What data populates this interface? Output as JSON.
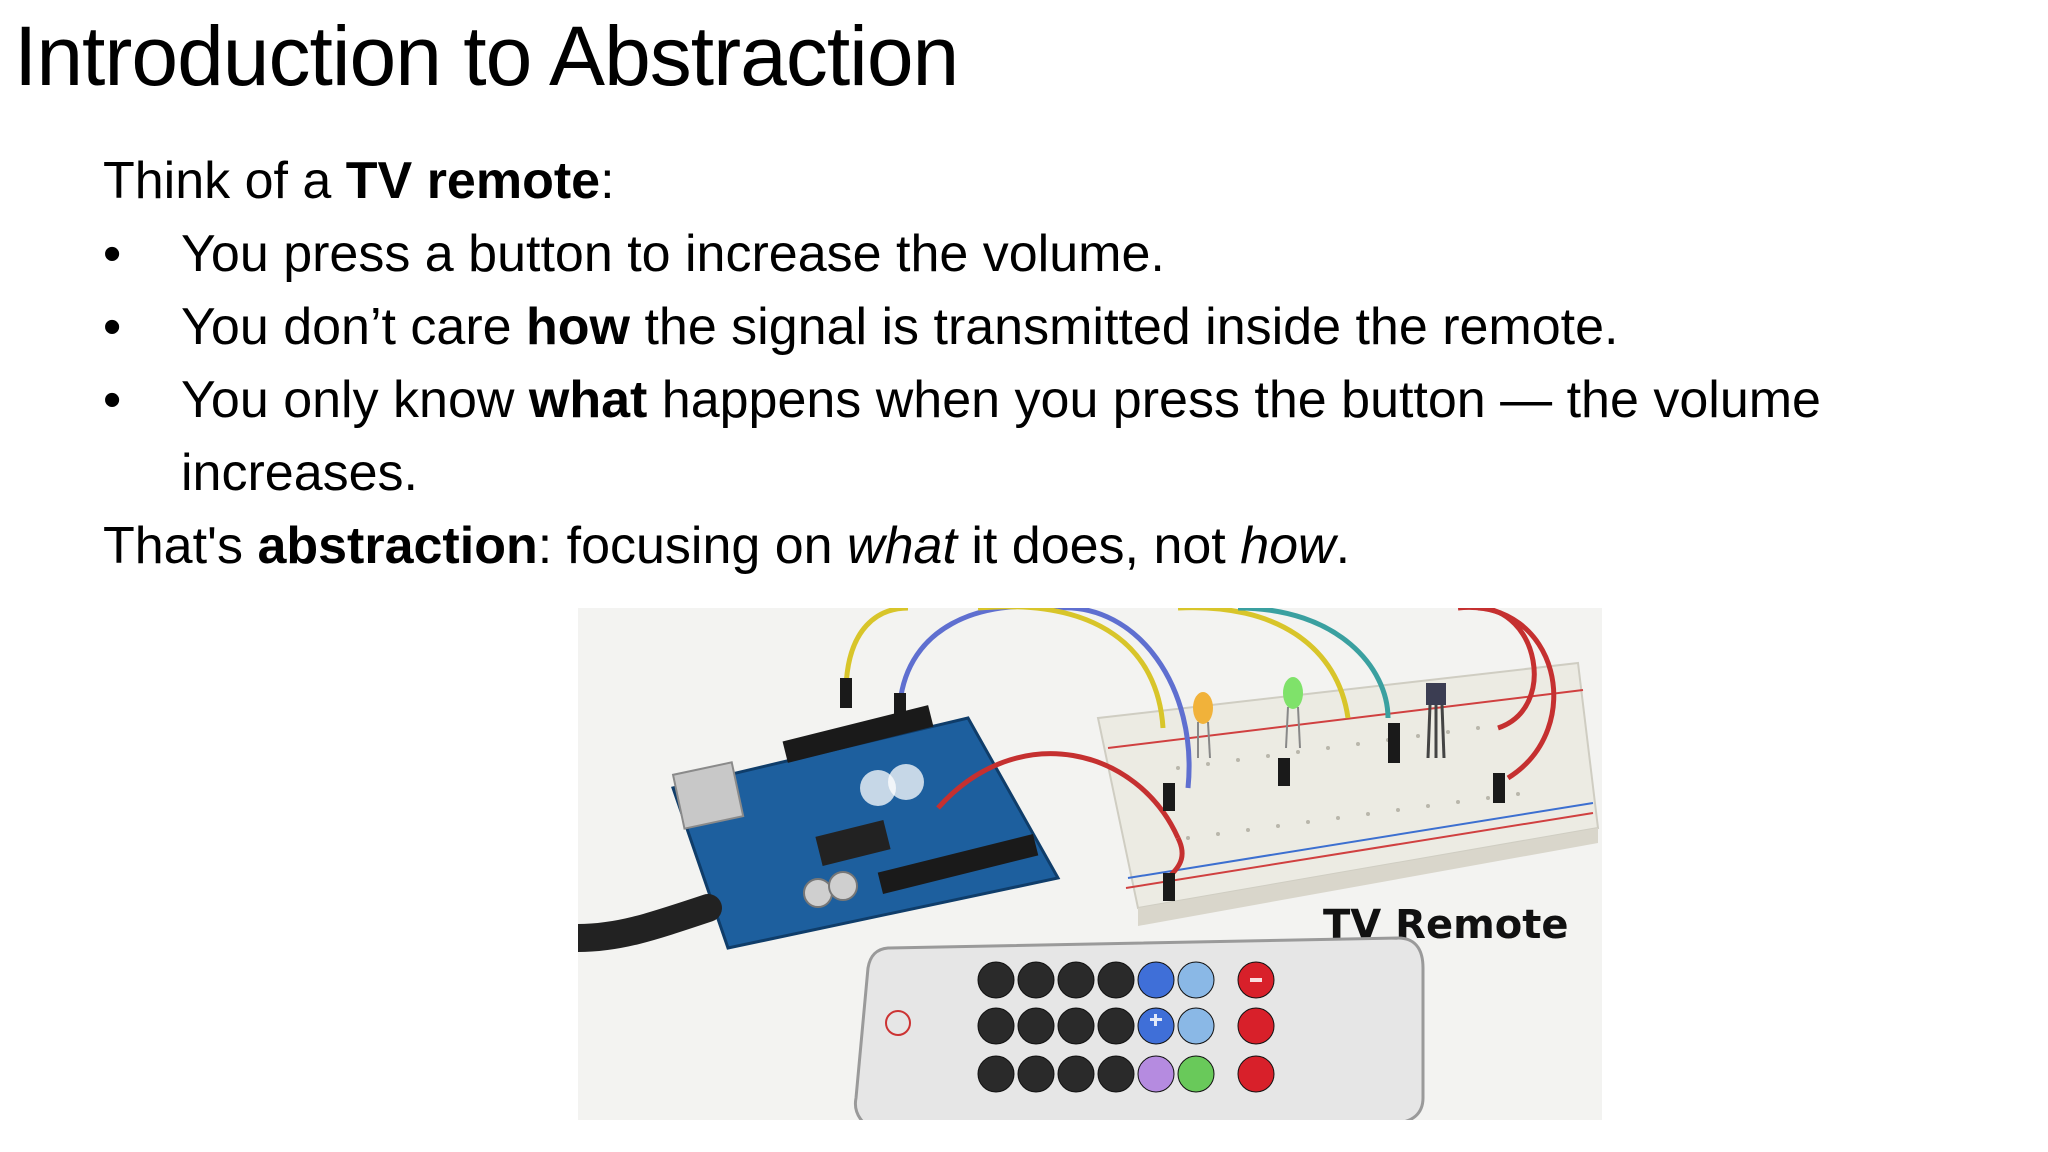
{
  "slide": {
    "title": "Introduction to Abstraction",
    "intro": {
      "prefix": "Think of a ",
      "bold": "TV remote",
      "suffix": ":"
    },
    "bullets": [
      {
        "pre": "You press a button to increase the volume.",
        "bold": "",
        "post": ""
      },
      {
        "pre": "You don’t care ",
        "bold": "how",
        "post": " the signal is transmitted inside the remote."
      },
      {
        "pre": "You only know ",
        "bold": "what",
        "post": " happens when you press the button — the volume increases."
      }
    ],
    "bullet_glyph": "•",
    "conclusion": {
      "pre": "That's ",
      "bold": "abstraction",
      "mid1": ": focusing on ",
      "ital1": "what",
      "mid2": " it does, not ",
      "ital2": "how",
      "end": "."
    }
  },
  "figure": {
    "label": "TV Remote",
    "icons": [
      "arduino-board",
      "breadboard",
      "jumper-wires",
      "led-yellow",
      "led-green",
      "ir-receiver",
      "ir-remote-control"
    ]
  },
  "colors": {
    "background": "#ffffff",
    "text": "#000000",
    "board_blue": "#1d5f9e",
    "remote_body": "#e6e6e6",
    "button_dark": "#2a2a2a",
    "button_blue": "#3f6fd8",
    "button_light_blue": "#8ab8e6",
    "button_red": "#d8202a",
    "button_purple": "#b58be0",
    "button_green": "#69c95a"
  }
}
